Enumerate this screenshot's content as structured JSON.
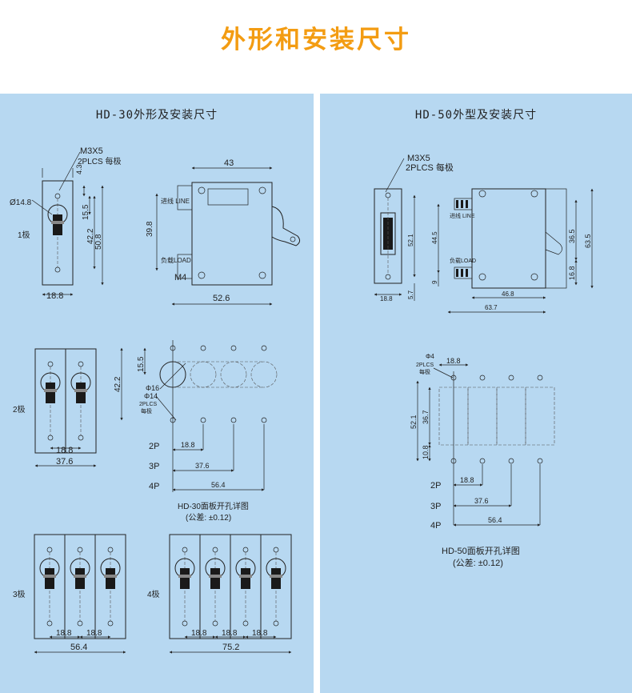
{
  "page": {
    "title": "外形和安装尺寸"
  },
  "hd30": {
    "title": "HD-30外形及安装尺寸",
    "screw": "M3X5",
    "plcs_each": "2PLCS 每极",
    "dia148": "Ø14.8",
    "d43": "4.3",
    "d155": "15.5",
    "d422": "42.2",
    "d508": "50.8",
    "one_pole": "1极",
    "width188": "18.8",
    "d43w": "43",
    "d398": "39.8",
    "line_label": "进线 LINE",
    "load_label": "负载LOAD",
    "m4": "M4",
    "d526": "52.6",
    "two_pole": "2极",
    "three_pole": "3极",
    "four_pole": "4极",
    "d376": "37.6",
    "d564": "56.4",
    "d752": "75.2",
    "panel_d155": "15.5",
    "panel_d422": "42.2",
    "phi16": "Φ16",
    "phi14": "Φ14",
    "plcs_hole": "2PLCS",
    "each_pole": "每极",
    "p2": "2P",
    "p3": "3P",
    "p4": "4P",
    "cut_title": "HD-30面板开孔详图",
    "tolerance": "(公差: ±0.12)"
  },
  "hd50": {
    "title": "HD-50外型及安装尺寸",
    "screw": "M3X5",
    "plcs_each": "2PLCS 每极",
    "d521": "52.1",
    "d445": "44.5",
    "d365": "36.5",
    "d635": "63.5",
    "d168": "16.8",
    "d57": "5.7",
    "d9": "9",
    "width188": "18.8",
    "d468": "46.8",
    "d637": "63.7",
    "line_label": "进线 LINE",
    "load_label": "负载LOAD",
    "phi4": "Φ4",
    "plcs_hole": "2PLCS",
    "each_pole": "每极",
    "h188": "18.8",
    "d521p": "52.1",
    "d367": "36.7",
    "d108": "10.8",
    "p2": "2P",
    "p3": "3P",
    "p4": "4P",
    "w188": "18.8",
    "w376": "37.6",
    "w564": "56.4",
    "cut_title": "HD-50面板开孔详图",
    "tolerance": "(公差: ±0.12)"
  }
}
